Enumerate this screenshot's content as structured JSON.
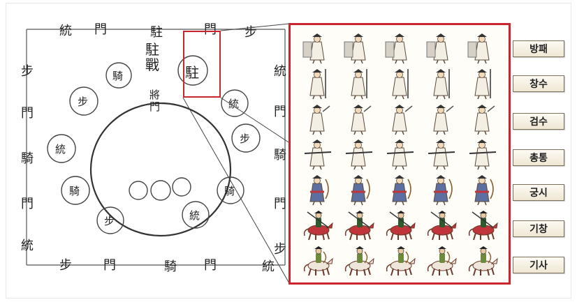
{
  "diagram": {
    "gate_top": [
      "統",
      "門",
      "駐",
      "門",
      "步"
    ],
    "gate_bottom": [
      "步",
      "門",
      "騎",
      "門",
      "統"
    ],
    "gate_left": [
      "步",
      "門",
      "騎",
      "門",
      "統"
    ],
    "gate_right": [
      "統",
      "門",
      "騎",
      "門",
      "步"
    ],
    "center_top": "駐戰",
    "center_gate": "將門",
    "highlight_char": "駐",
    "circles": [
      "騎",
      "步",
      "統",
      "騎",
      "步",
      "統",
      "騎",
      "步",
      "統"
    ]
  },
  "troop_labels": [
    "방패",
    "창수",
    "검수",
    "총통",
    "궁시",
    "기창",
    "기사"
  ],
  "colors": {
    "accent": "#c8262c",
    "label_bg": "#f3ecdc",
    "label_border": "#7a6f5a"
  }
}
